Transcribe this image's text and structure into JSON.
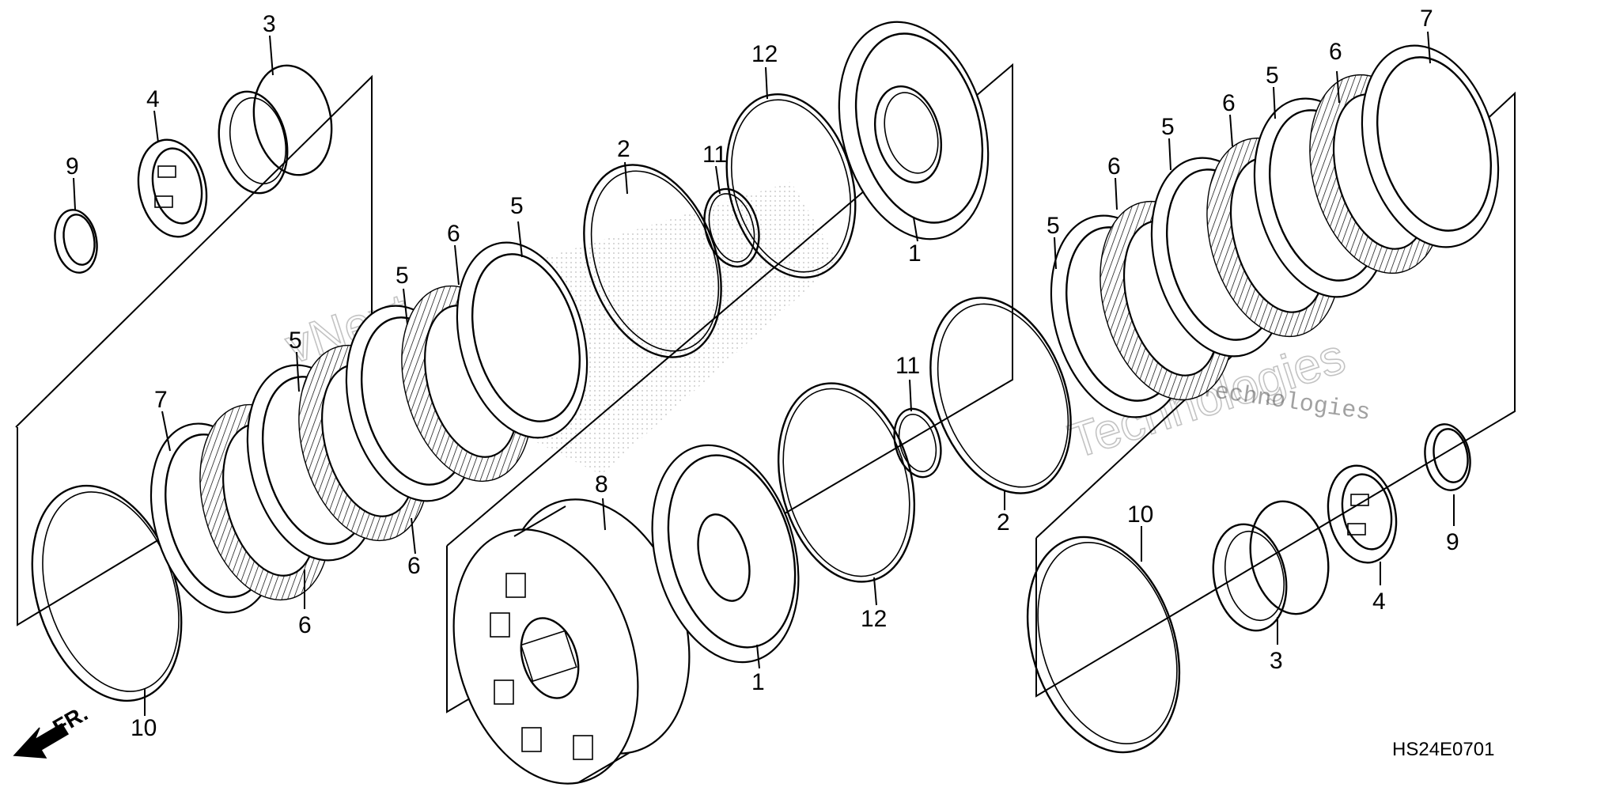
{
  "diagram": {
    "code": "HS24E0701",
    "direction_label": "FR.",
    "watermark": {
      "line1": "vNext Technologies",
      "big_word1": "vNext",
      "big_word2": "Technologies"
    },
    "callouts": {
      "left_group": [
        {
          "id": "L9",
          "text": "9"
        },
        {
          "id": "L4",
          "text": "4"
        },
        {
          "id": "L3",
          "text": "3"
        },
        {
          "id": "L7",
          "text": "7"
        },
        {
          "id": "L10",
          "text": "10"
        },
        {
          "id": "L6a",
          "text": "6"
        },
        {
          "id": "L5a",
          "text": "5"
        },
        {
          "id": "L6b",
          "text": "6"
        },
        {
          "id": "L5b",
          "text": "5"
        },
        {
          "id": "L6c",
          "text": "6"
        },
        {
          "id": "L5c",
          "text": "5"
        }
      ],
      "center_group": [
        {
          "id": "C2",
          "text": "2"
        },
        {
          "id": "C11",
          "text": "11"
        },
        {
          "id": "C12",
          "text": "12"
        },
        {
          "id": "C1",
          "text": "1"
        },
        {
          "id": "C8",
          "text": "8"
        },
        {
          "id": "C1b",
          "text": "1"
        },
        {
          "id": "C12b",
          "text": "12"
        },
        {
          "id": "C11b",
          "text": "11"
        },
        {
          "id": "C2b",
          "text": "2"
        }
      ],
      "right_group": [
        {
          "id": "R5a",
          "text": "5"
        },
        {
          "id": "R6a",
          "text": "6"
        },
        {
          "id": "R5b",
          "text": "5"
        },
        {
          "id": "R6b",
          "text": "6"
        },
        {
          "id": "R5c",
          "text": "5"
        },
        {
          "id": "R6c",
          "text": "6"
        },
        {
          "id": "R7",
          "text": "7"
        },
        {
          "id": "R10",
          "text": "10"
        },
        {
          "id": "R3",
          "text": "3"
        },
        {
          "id": "R4",
          "text": "4"
        },
        {
          "id": "R9",
          "text": "9"
        }
      ]
    }
  }
}
